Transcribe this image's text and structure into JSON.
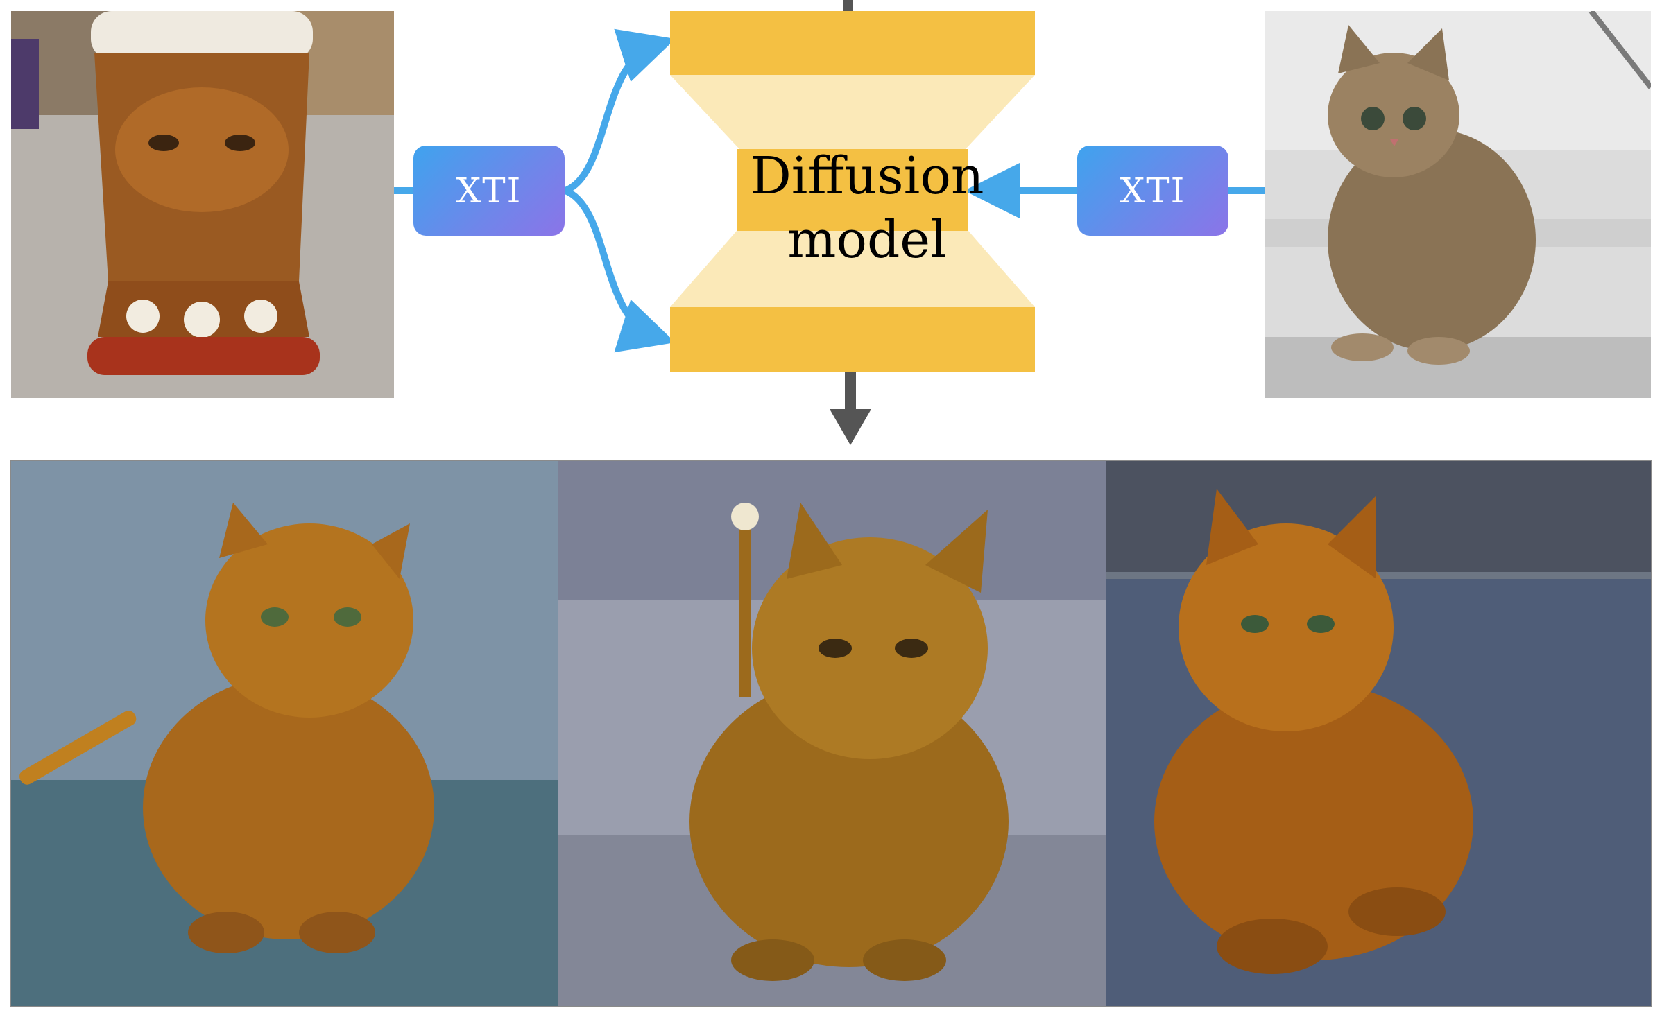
{
  "diagram": {
    "xti_left_label": "XTI",
    "xti_right_label": "XTI",
    "model_label_line1": "Diffusion",
    "model_label_line2": "model"
  },
  "colors": {
    "model_block": "#f4c043",
    "model_light": "#fbe9b8",
    "arrow_blue": "#46a8ea",
    "arrow_gray": "#555555"
  },
  "images": [
    {
      "name": "input-tiki-mug-photo",
      "icon": "tiki-mug"
    },
    {
      "name": "input-kitten-photo",
      "icon": "kitten"
    },
    {
      "name": "output-cat-robot-1",
      "icon": "cat-figurine"
    },
    {
      "name": "output-cat-robot-2",
      "icon": "cat-figurine"
    },
    {
      "name": "output-cat-robot-3",
      "icon": "cat-figurine"
    }
  ]
}
